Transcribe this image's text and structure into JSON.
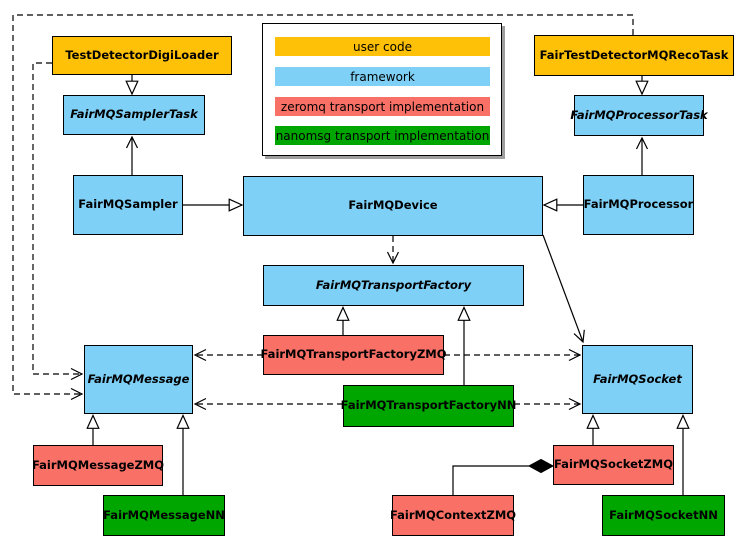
{
  "diagram": {
    "kind": "UML class diagram",
    "subject": "FairMQ framework classes and transport implementations"
  },
  "palette": {
    "user_code": "#ffc107",
    "framework": "#7ed0f6",
    "zeromq": "#f97067",
    "nanomsg": "#00a600",
    "line": "#000000",
    "legend_shadow": "#9e9e9e",
    "background": "#ffffff"
  },
  "legend": {
    "items": [
      {
        "label": "user code",
        "color": "#ffc107"
      },
      {
        "label": "framework",
        "color": "#7ed0f6"
      },
      {
        "label": "zeromq transport implementation",
        "color": "#f97067"
      },
      {
        "label": "nanomsg transport implementation",
        "color": "#00a600"
      }
    ]
  },
  "nodes": {
    "digiloader": {
      "label": "TestDetectorDigiLoader",
      "category": "user code",
      "abstract": false
    },
    "recotask": {
      "label": "FairTestDetectorMQRecoTask",
      "category": "user code",
      "abstract": false
    },
    "samplertask": {
      "label": "FairMQSamplerTask",
      "category": "framework",
      "abstract": true
    },
    "processortask": {
      "label": "FairMQProcessorTask",
      "category": "framework",
      "abstract": true
    },
    "sampler": {
      "label": "FairMQSampler",
      "category": "framework",
      "abstract": false
    },
    "device": {
      "label": "FairMQDevice",
      "category": "framework",
      "abstract": false
    },
    "processor": {
      "label": "FairMQProcessor",
      "category": "framework",
      "abstract": false
    },
    "transportfactory": {
      "label": "FairMQTransportFactory",
      "category": "framework",
      "abstract": true
    },
    "transportfactoryzmq": {
      "label": "FairMQTransportFactoryZMQ",
      "category": "zeromq",
      "abstract": false
    },
    "transportfactorynn": {
      "label": "FairMQTransportFactoryNN",
      "category": "nanomsg",
      "abstract": false
    },
    "message": {
      "label": "FairMQMessage",
      "category": "framework",
      "abstract": true
    },
    "socket": {
      "label": "FairMQSocket",
      "category": "framework",
      "abstract": true
    },
    "messagezmq": {
      "label": "FairMQMessageZMQ",
      "category": "zeromq",
      "abstract": false
    },
    "messagenn": {
      "label": "FairMQMessageNN",
      "category": "nanomsg",
      "abstract": false
    },
    "contextzmq": {
      "label": "FairMQContextZMQ",
      "category": "zeromq",
      "abstract": false
    },
    "socketzmq": {
      "label": "FairMQSocketZMQ",
      "category": "zeromq",
      "abstract": false
    },
    "socketnn": {
      "label": "FairMQSocketNN",
      "category": "nanomsg",
      "abstract": false
    }
  },
  "edges": [
    {
      "from": "TestDetectorDigiLoader",
      "to": "FairMQSamplerTask",
      "type": "inheritance-triangle"
    },
    {
      "from": "FairTestDetectorMQRecoTask",
      "to": "FairMQProcessorTask",
      "type": "inheritance-triangle"
    },
    {
      "from": "FairMQSampler",
      "to": "FairMQSamplerTask",
      "type": "solid-open-arrow"
    },
    {
      "from": "FairMQProcessor",
      "to": "FairMQProcessorTask",
      "type": "solid-open-arrow"
    },
    {
      "from": "FairMQSampler",
      "to": "FairMQDevice",
      "type": "inheritance-triangle"
    },
    {
      "from": "FairMQProcessor",
      "to": "FairMQDevice",
      "type": "inheritance-triangle"
    },
    {
      "from": "FairMQDevice",
      "to": "FairMQTransportFactory",
      "type": "dashed-open-arrow"
    },
    {
      "from": "FairMQDevice",
      "to": "FairMQSocket",
      "type": "solid-open-arrow"
    },
    {
      "from": "FairMQTransportFactoryZMQ",
      "to": "FairMQTransportFactory",
      "type": "inheritance-triangle"
    },
    {
      "from": "FairMQTransportFactoryNN",
      "to": "FairMQTransportFactory",
      "type": "inheritance-triangle"
    },
    {
      "from": "FairMQTransportFactoryZMQ",
      "to": "FairMQMessage",
      "type": "dashed-open-arrow"
    },
    {
      "from": "FairMQTransportFactoryZMQ",
      "to": "FairMQSocket",
      "type": "dashed-open-arrow"
    },
    {
      "from": "FairMQTransportFactoryNN",
      "to": "FairMQMessage",
      "type": "dashed-open-arrow"
    },
    {
      "from": "FairMQTransportFactoryNN",
      "to": "FairMQSocket",
      "type": "dashed-open-arrow"
    },
    {
      "from": "TestDetectorDigiLoader",
      "to": "FairMQMessage",
      "type": "dashed-open-arrow"
    },
    {
      "from": "FairTestDetectorMQRecoTask",
      "to": "FairMQMessage",
      "type": "dashed-open-arrow"
    },
    {
      "from": "FairMQMessageZMQ",
      "to": "FairMQMessage",
      "type": "inheritance-triangle"
    },
    {
      "from": "FairMQMessageNN",
      "to": "FairMQMessage",
      "type": "inheritance-triangle"
    },
    {
      "from": "FairMQSocketZMQ",
      "to": "FairMQSocket",
      "type": "inheritance-triangle"
    },
    {
      "from": "FairMQSocketNN",
      "to": "FairMQSocket",
      "type": "inheritance-triangle"
    },
    {
      "from": "FairMQContextZMQ",
      "to": "FairMQSocketZMQ",
      "type": "composition-diamond"
    }
  ]
}
